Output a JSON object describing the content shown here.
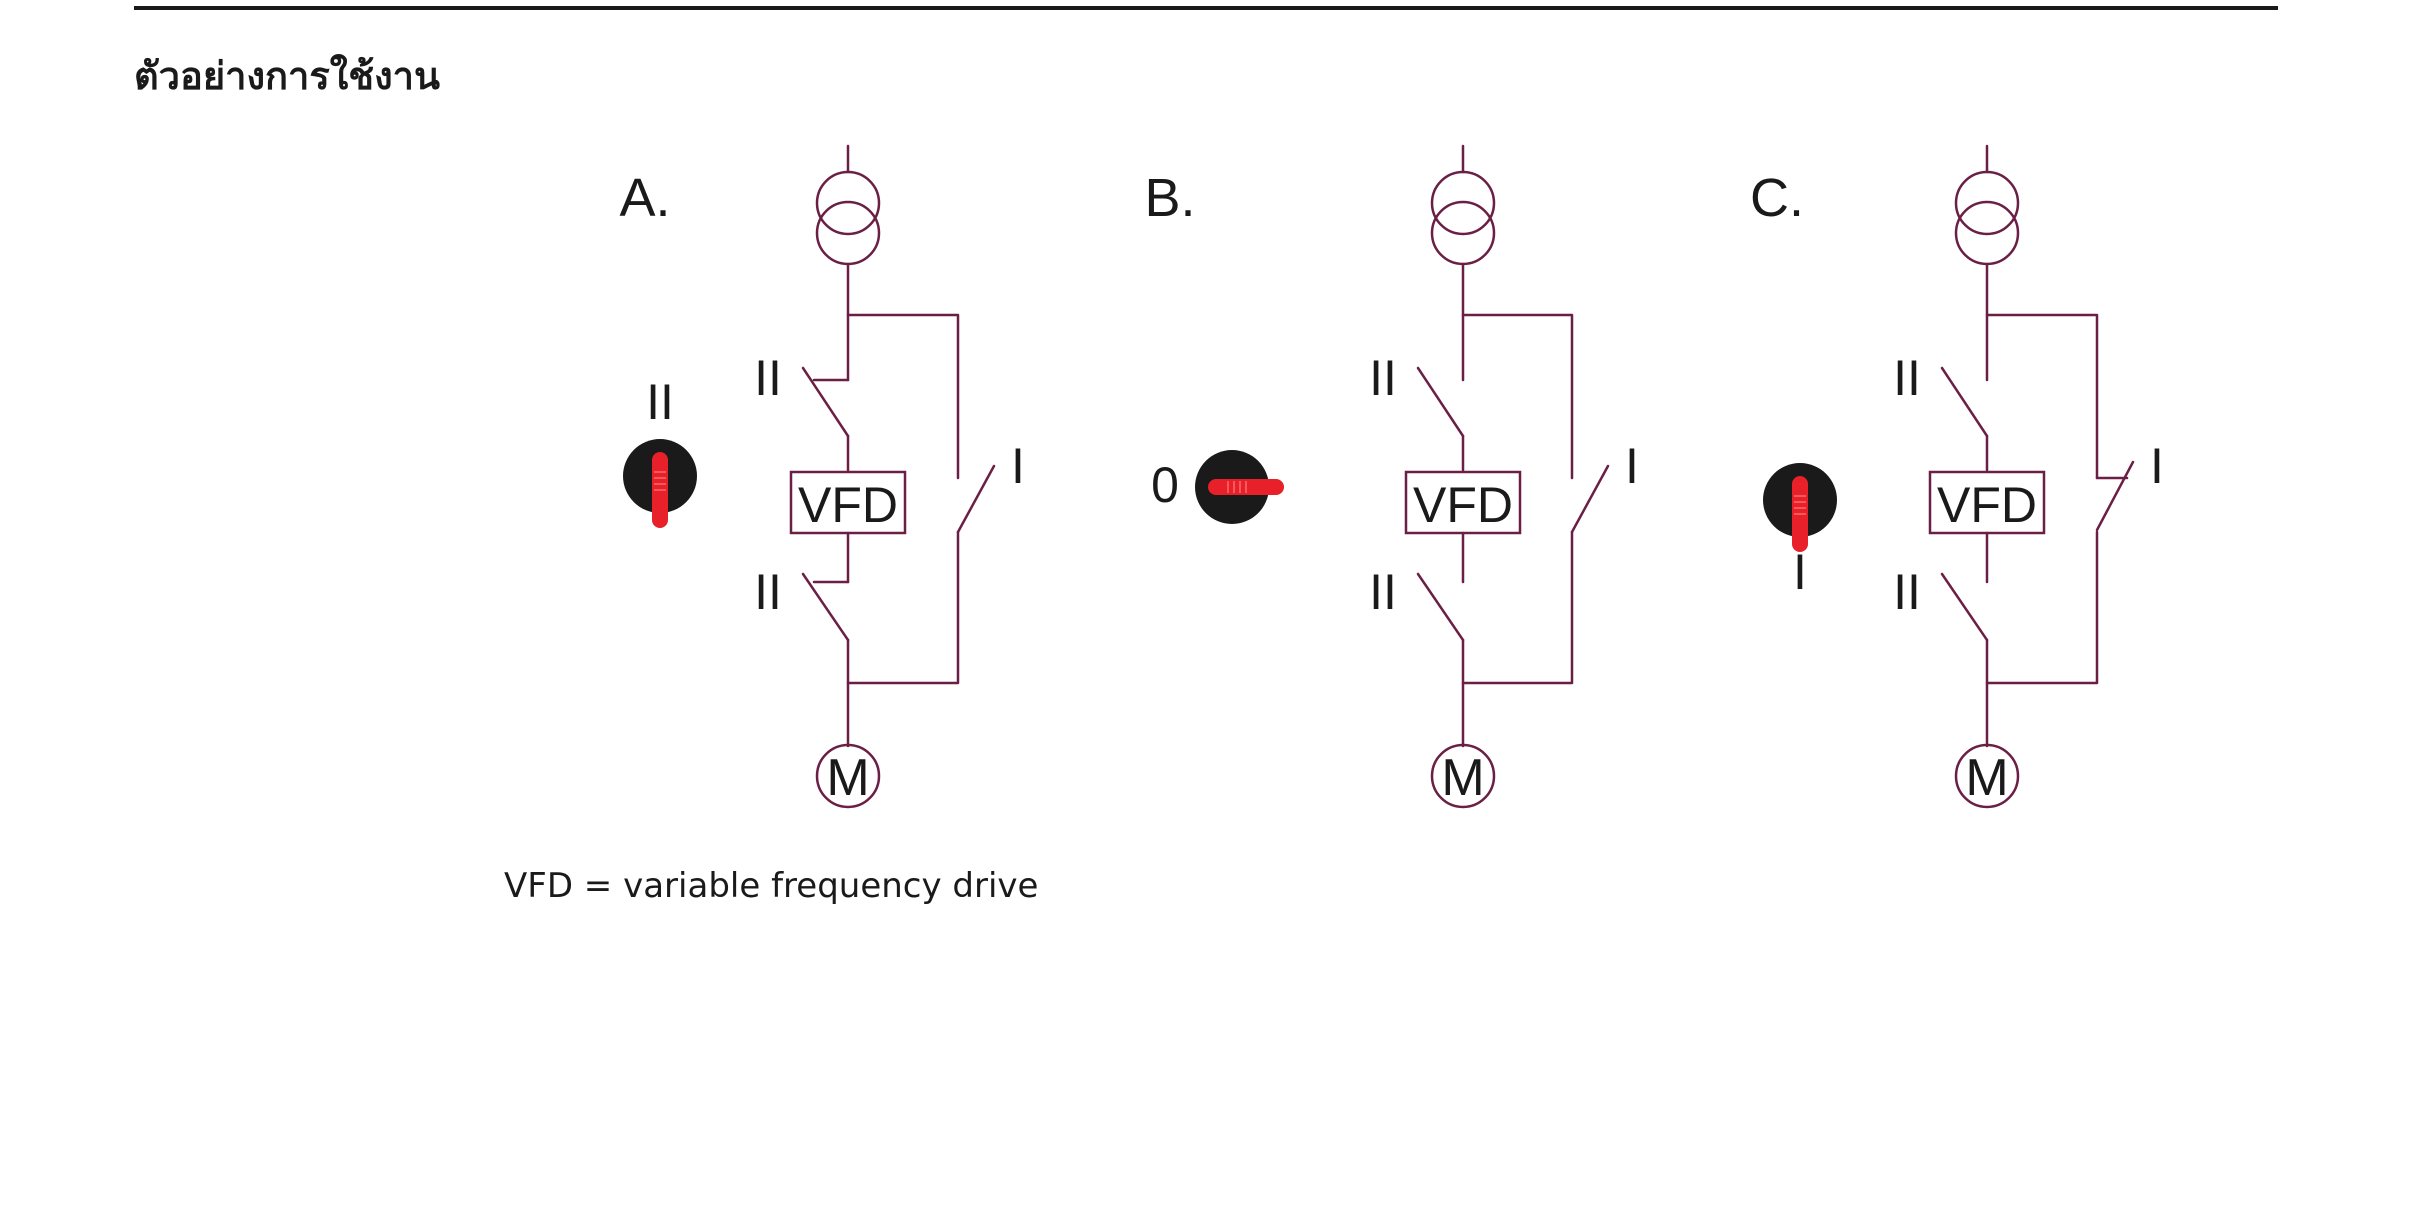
{
  "page": {
    "title": "ตัวอย่างการใช้งาน",
    "footnote": "VFD = variable frequency drive"
  },
  "colors": {
    "wire": "#6b1f45",
    "text": "#1a1a1a",
    "knob_body": "#1a1a1a",
    "knob_handle": "#e8202a"
  },
  "diagram": {
    "panels": [
      {
        "letter": "A.",
        "switch_position": "II",
        "switch_label": "II",
        "top_contact_label": "II",
        "bottom_contact_label": "II",
        "bypass_contact_label": "I",
        "drive_label": "VFD",
        "motor_label": "M"
      },
      {
        "letter": "B.",
        "switch_position": "0",
        "switch_label": "0",
        "top_contact_label": "II",
        "bottom_contact_label": "II",
        "bypass_contact_label": "I",
        "drive_label": "VFD",
        "motor_label": "M"
      },
      {
        "letter": "C.",
        "switch_position": "I",
        "switch_label": "I",
        "top_contact_label": "II",
        "bottom_contact_label": "II",
        "bypass_contact_label": "I",
        "drive_label": "VFD",
        "motor_label": "M"
      }
    ]
  }
}
